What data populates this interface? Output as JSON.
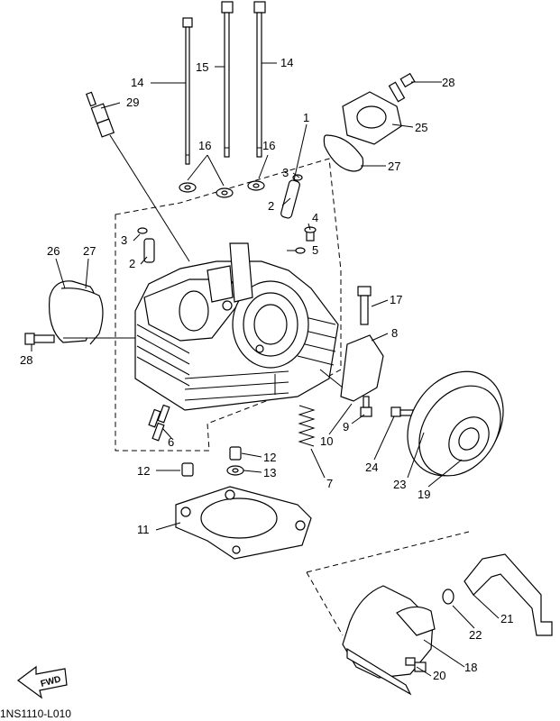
{
  "diagram_code": "1NS1110-L010",
  "fwd_label": "FWD",
  "callouts": {
    "c1": "1",
    "c2a": "2",
    "c2b": "2",
    "c3a": "3",
    "c3b": "3",
    "c4": "4",
    "c5": "5",
    "c6": "6",
    "c7": "7",
    "c8": "8",
    "c9": "9",
    "c10": "10",
    "c11": "11",
    "c12a": "12",
    "c12b": "12",
    "c13": "13",
    "c14a": "14",
    "c14b": "14",
    "c15": "15",
    "c16a": "16",
    "c16b": "16",
    "c17": "17",
    "c18": "18",
    "c19": "19",
    "c20": "20",
    "c21": "21",
    "c22": "22",
    "c23": "23",
    "c24": "24",
    "c25": "25",
    "c26": "26",
    "c27a": "27",
    "c27b": "27",
    "c28a": "28",
    "c28b": "28",
    "c29": "29"
  }
}
